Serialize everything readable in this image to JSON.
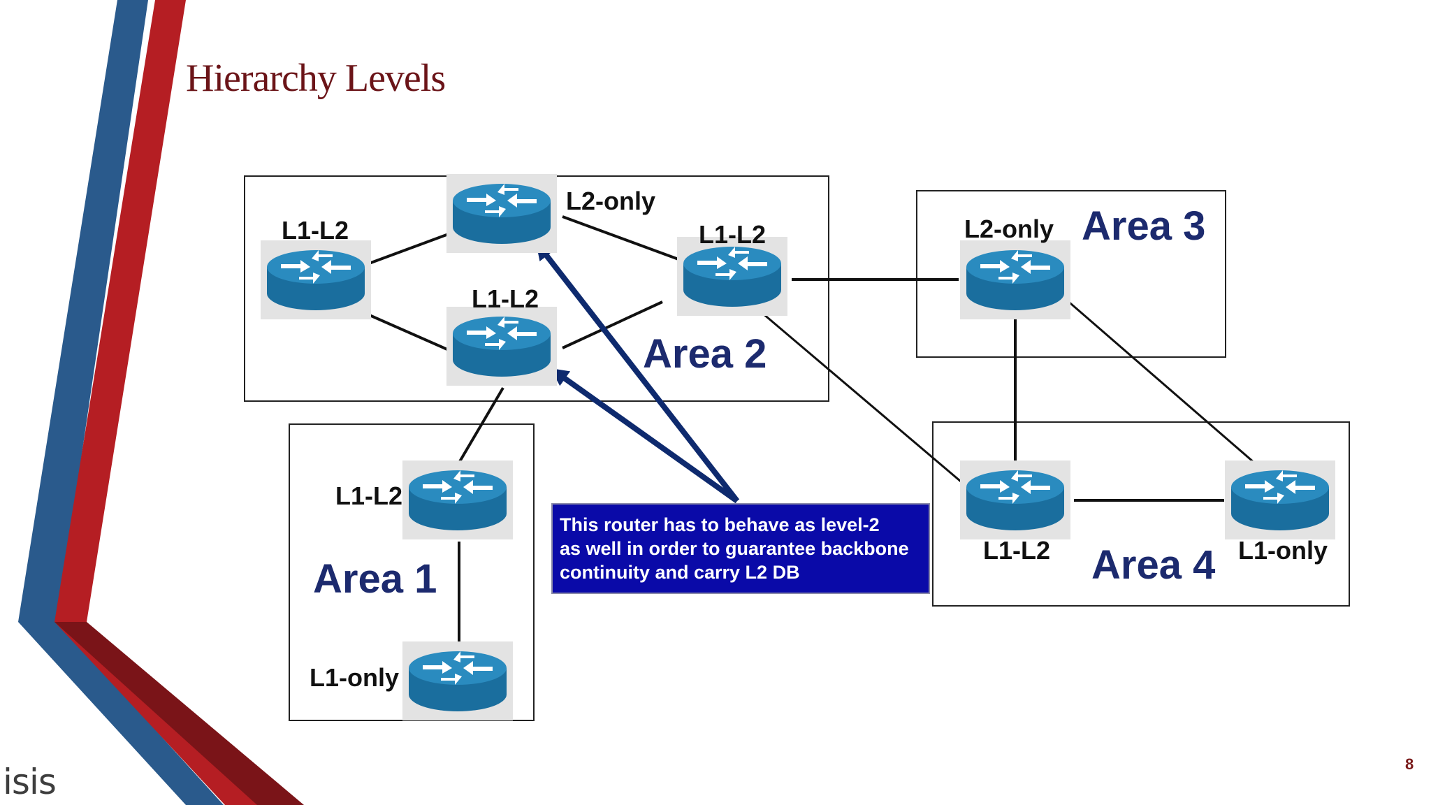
{
  "slide": {
    "title": "Hierarchy Levels",
    "footer_brand": "isis",
    "page_number": "8"
  },
  "diagram": {
    "areas": [
      {
        "id": "area1",
        "label": "Area 1"
      },
      {
        "id": "area2",
        "label": "Area 2"
      },
      {
        "id": "area3",
        "label": "Area 3"
      },
      {
        "id": "area4",
        "label": "Area 4"
      }
    ],
    "routers": [
      {
        "id": "a2-left",
        "area": "area2",
        "label": "L1-L2"
      },
      {
        "id": "a2-top",
        "area": "area2",
        "label": "L2-only"
      },
      {
        "id": "a2-mid",
        "area": "area2",
        "label": "L1-L2"
      },
      {
        "id": "a2-right",
        "area": "area2",
        "label": "L1-L2"
      },
      {
        "id": "a1-top",
        "area": "area1",
        "label": "L1-L2"
      },
      {
        "id": "a1-bottom",
        "area": "area1",
        "label": "L1-only"
      },
      {
        "id": "a3-router",
        "area": "area3",
        "label": "L2-only"
      },
      {
        "id": "a4-left",
        "area": "area4",
        "label": "L1-L2"
      },
      {
        "id": "a4-right",
        "area": "area4",
        "label": "L1-only"
      }
    ],
    "links": [
      [
        "a2-left",
        "a2-top"
      ],
      [
        "a2-left",
        "a2-mid"
      ],
      [
        "a2-top",
        "a2-right"
      ],
      [
        "a2-mid",
        "a2-right"
      ],
      [
        "a2-mid",
        "a1-top"
      ],
      [
        "a1-top",
        "a1-bottom"
      ],
      [
        "a2-right",
        "a3-router"
      ],
      [
        "a2-right",
        "a4-left"
      ],
      [
        "a3-router",
        "a4-left"
      ],
      [
        "a3-router",
        "a4-right"
      ],
      [
        "a4-left",
        "a4-right"
      ]
    ],
    "callout": {
      "lines": [
        "This router has to behave as level-2",
        "as well in order to guarantee backbone",
        "continuity and carry L2 DB"
      ],
      "points_to": [
        "a2-top",
        "a2-mid"
      ]
    }
  },
  "colors": {
    "title": "#6b1418",
    "router_body": "#1a6e9e",
    "router_top": "#2a8bbf",
    "area_label": "#1c2a6e",
    "callout_bg": "#0a0aa8",
    "arrow": "#0e2a6e",
    "stripe_blue": "#2a5a8c",
    "stripe_red": "#b51e23",
    "stripe_dark_red": "#7a1418"
  }
}
